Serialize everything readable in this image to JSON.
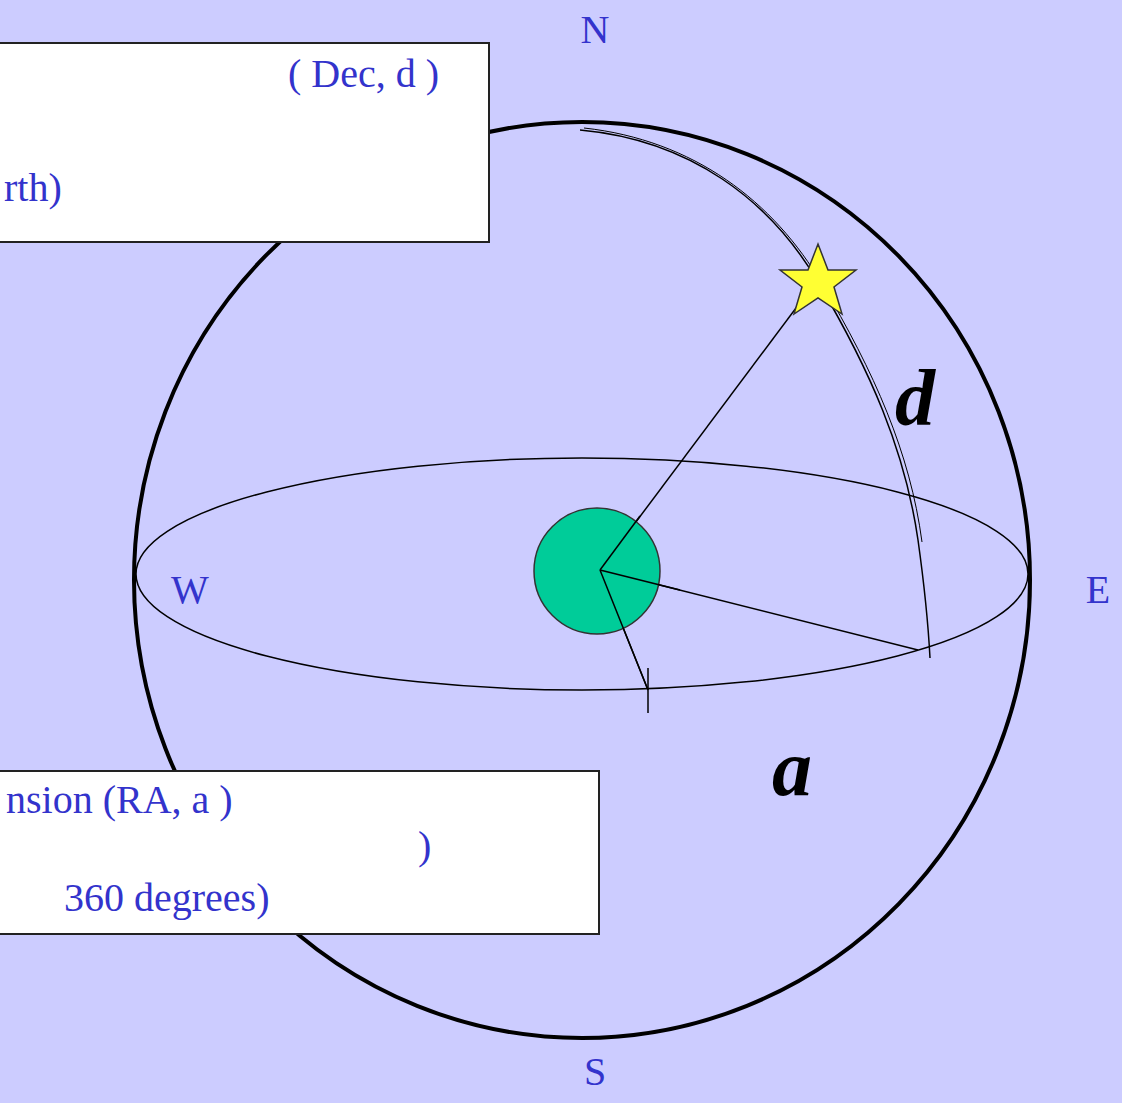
{
  "diagram": {
    "nodes": [
      {
        "text": [
          "( Dec, d )",
          "rth)"
        ]
      },
      {
        "text": [
          "nsion (RA, a )",
          ")",
          "360 degrees)"
        ]
      }
    ],
    "labels": [
      "N",
      "W",
      "E",
      "S",
      "d",
      "a"
    ]
  }
}
